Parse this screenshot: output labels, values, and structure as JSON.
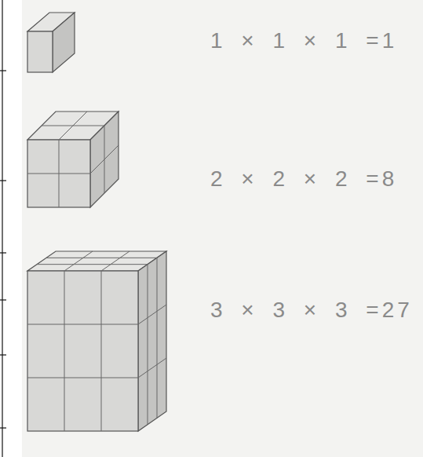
{
  "diagram": {
    "labels": [
      "1 × 1 × 1 =1",
      "2 × 2 × 2 =8",
      "3 × 3 × 3 =27"
    ]
  }
}
